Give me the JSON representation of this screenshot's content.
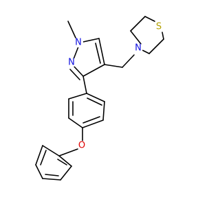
{
  "molecule": {
    "atom_labels": {
      "n_methyl": "N",
      "n_pyrazole": "N",
      "n_morpholine": "N",
      "s_thiomorpholine": "S",
      "o_ether": "O"
    },
    "colors": {
      "bond": "#000000",
      "nitrogen": "#1010e0",
      "sulfur": "#b3a100",
      "oxygen": "#e00000"
    }
  }
}
